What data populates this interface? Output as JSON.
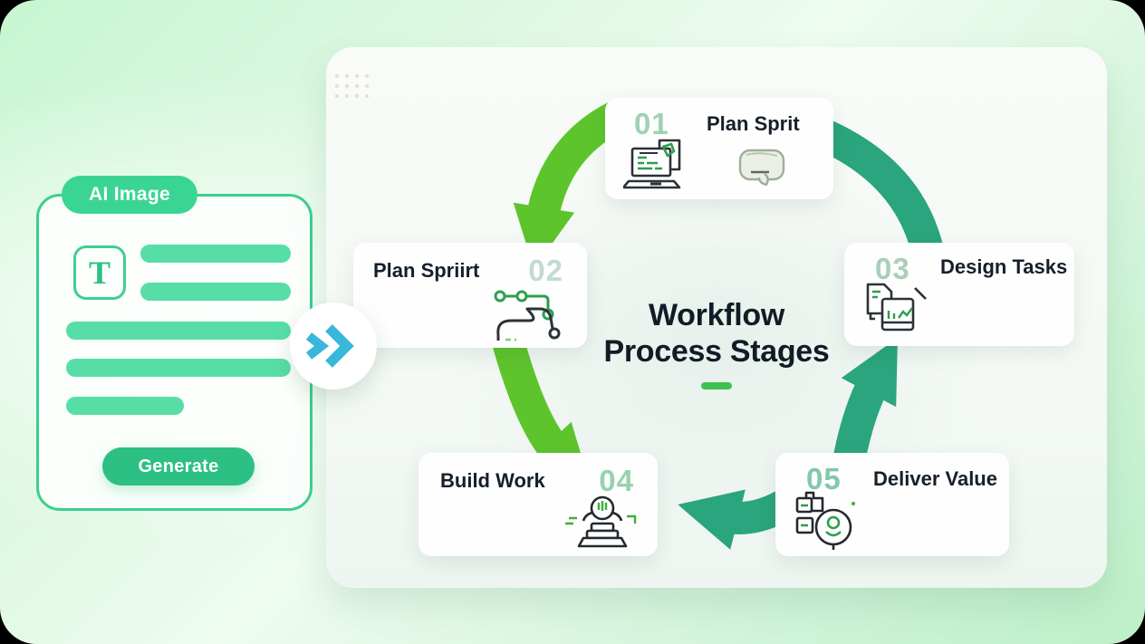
{
  "ai_card": {
    "badge": "AI Image",
    "text_tool_glyph": "T",
    "generate_label": "Generate"
  },
  "transfer": {
    "icon": "double-chevron-right"
  },
  "workflow_panel": {
    "title_line1": "Workflow",
    "title_line2": "Process Stages",
    "stages": [
      {
        "number": "01",
        "label": "Plan Sprit",
        "number_color": "#9fd2b4",
        "icons": [
          "laptop-checklist-icon",
          "chat-bubble-icon"
        ]
      },
      {
        "number": "02",
        "label": "Plan Spriirt",
        "number_color": "#c4d9d3",
        "icons": [
          "flowchart-route-icon"
        ]
      },
      {
        "number": "03",
        "label": "Design Tasks",
        "number_color": "#a8cfb9",
        "icons": [
          "documents-chart-icon"
        ]
      },
      {
        "number": "04",
        "label": "Build Work",
        "number_color": "#96d2ae",
        "icons": [
          "lightbulb-stand-icon"
        ]
      },
      {
        "number": "05",
        "label": "Deliver Value",
        "number_color": "#83c8ab",
        "icons": [
          "package-coin-icon"
        ]
      }
    ],
    "arrow_directions": [
      "01-to-02 down-left",
      "02-to-04 down",
      "05-to-04 left",
      "05-to-03 up",
      "01-to-03 connector"
    ]
  },
  "colors": {
    "background_mint": "#c7f6d0",
    "card_border_green": "#3bcf90",
    "badge_green": "#3bd593",
    "bar_green": "#57dea6",
    "button_green": "#2cc084",
    "chevron_teal": "#38b7d9",
    "arrow_bright_green": "#5ec42c",
    "arrow_teal_green": "#2aa57d",
    "title_dash_green": "#3cc24d",
    "panel_background": "#f7faf6"
  }
}
